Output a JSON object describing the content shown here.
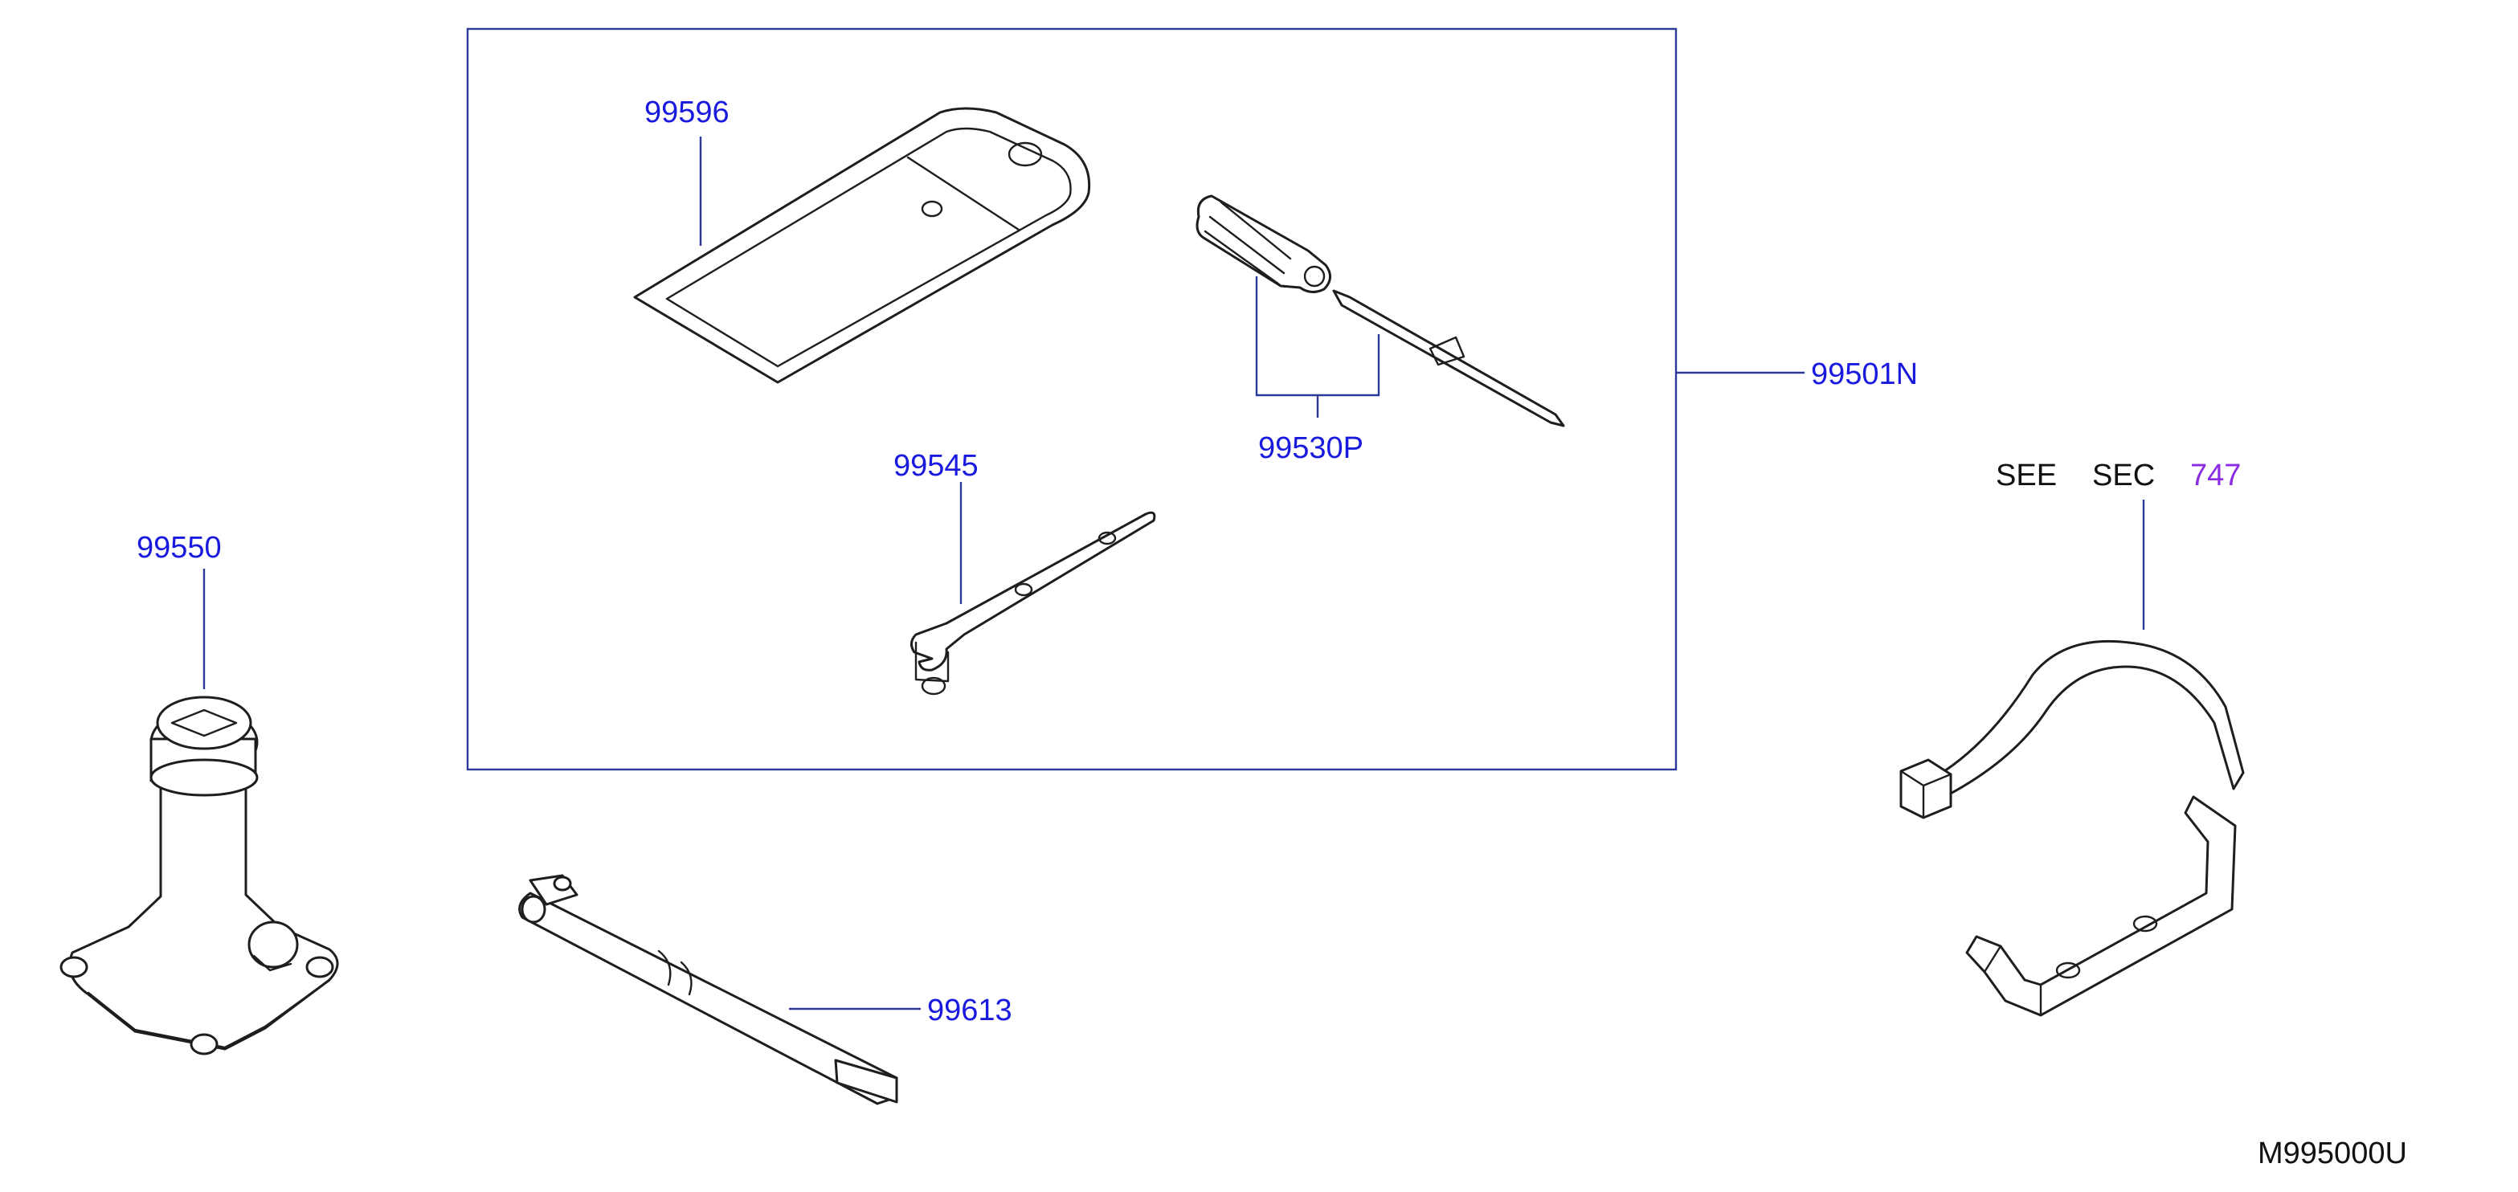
{
  "labels": {
    "p99596": "99596",
    "p99530P": "99530P",
    "p99501N": "99501N",
    "p99545": "99545",
    "p99550": "99550",
    "p99613": "99613",
    "see": "SEE",
    "sec": "SEC",
    "sec_ref": "747",
    "diagram_code": "M995000U"
  },
  "colors": {
    "callout": "#1a1adf",
    "leader": "#2b3a99",
    "link": "#8a2be2",
    "text": "#111111"
  },
  "icons": {
    "p99596": "tool-bag-icon",
    "p99530P": "screwdriver-icon",
    "p99545": "wheel-wrench-icon",
    "p99550": "jack-icon",
    "p99613": "jack-handle-icon",
    "bracket": "spare-tire-bracket-icon"
  }
}
